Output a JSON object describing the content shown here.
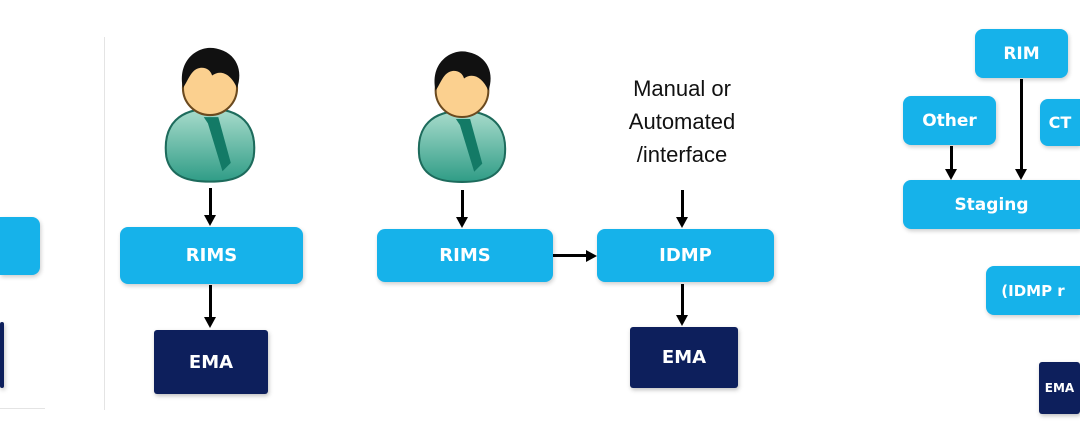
{
  "left_panel": {
    "box_light_label": "",
    "box_dark_label": ""
  },
  "panel_rims_ema": {
    "icon": "person-icon",
    "rims_label": "RIMS",
    "ema_label": "EMA"
  },
  "panel_rims_idmp": {
    "icon": "person-icon",
    "note_lines": [
      "Manual or",
      "Automated",
      "/interface"
    ],
    "rims_label": "RIMS",
    "idmp_label": "IDMP",
    "ema_label": "EMA"
  },
  "panel_staging": {
    "rim_label": "RIM",
    "other_label": "Other",
    "ct_label": "CT",
    "staging_label": "Staging",
    "idmp_label": "(IDMP r",
    "ema_label": "EMA"
  },
  "colors": {
    "light_box": "#16b2ea",
    "dark_box": "#0d1f5c"
  }
}
